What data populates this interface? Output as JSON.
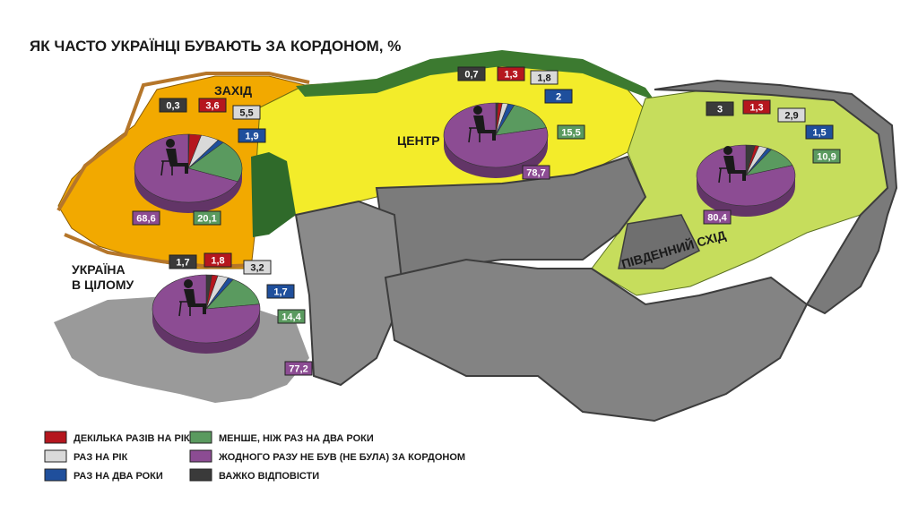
{
  "title": "ЯК ЧАСТО УКРАЇНЦІ БУВАЮТЬ ЗА КОРДОНОМ, %",
  "colors": {
    "several_times": "#b5161e",
    "once_year": "#d9d9d9",
    "once_two_years": "#1f4f9c",
    "less_than_two": "#5a9a5f",
    "never": "#8c4c93",
    "hard_to_say": "#3a3a3a"
  },
  "legend": [
    {
      "key": "several_times",
      "label": "ДЕКІЛЬКА РАЗІВ НА РІК"
    },
    {
      "key": "once_year",
      "label": "РАЗ НА РІК"
    },
    {
      "key": "once_two_years",
      "label": "РАЗ НА ДВА РОКИ"
    },
    {
      "key": "less_than_two",
      "label": "МЕНШЕ, НІЖ РАЗ НА ДВА РОКИ"
    },
    {
      "key": "never",
      "label": "ЖОДНОГО РАЗУ НЕ БУВ (НЕ БУЛА) ЗА КОРДОНОМ"
    },
    {
      "key": "hard_to_say",
      "label": "ВАЖКО ВІДПОВІСТИ"
    }
  ],
  "chart_data": {
    "type": "pie",
    "title": "ЯК ЧАСТО УКРАЇНЦІ БУВАЮТЬ ЗА КОРДОНОМ, %",
    "categories": [
      "hard_to_say",
      "several_times",
      "once_year",
      "once_two_years",
      "less_than_two",
      "never"
    ],
    "series": [
      {
        "name": "ЗАХІД",
        "values": [
          0.3,
          3.6,
          5.5,
          1.9,
          20.1,
          68.6
        ],
        "labels": [
          "0,3",
          "3,6",
          "5,5",
          "1,9",
          "20,1",
          "68,6"
        ]
      },
      {
        "name": "ЦЕНТР",
        "values": [
          0.7,
          1.3,
          1.8,
          2,
          15.5,
          78.7
        ],
        "labels": [
          "0,7",
          "1,3",
          "1,8",
          "2",
          "15,5",
          "78,7"
        ]
      },
      {
        "name": "ПІВДЕННИЙ СХІД",
        "values": [
          3,
          1.3,
          2.9,
          1.5,
          10.9,
          80.4
        ],
        "labels": [
          "3",
          "1,3",
          "2,9",
          "1,5",
          "10,9",
          "80,4"
        ]
      },
      {
        "name": "УКРАЇНА В ЦІЛОМУ",
        "values": [
          1.7,
          1.8,
          3.2,
          1.7,
          14.4,
          77.2
        ],
        "labels": [
          "1,7",
          "1,8",
          "3,2",
          "1,7",
          "14,4",
          "77,2"
        ]
      }
    ]
  }
}
